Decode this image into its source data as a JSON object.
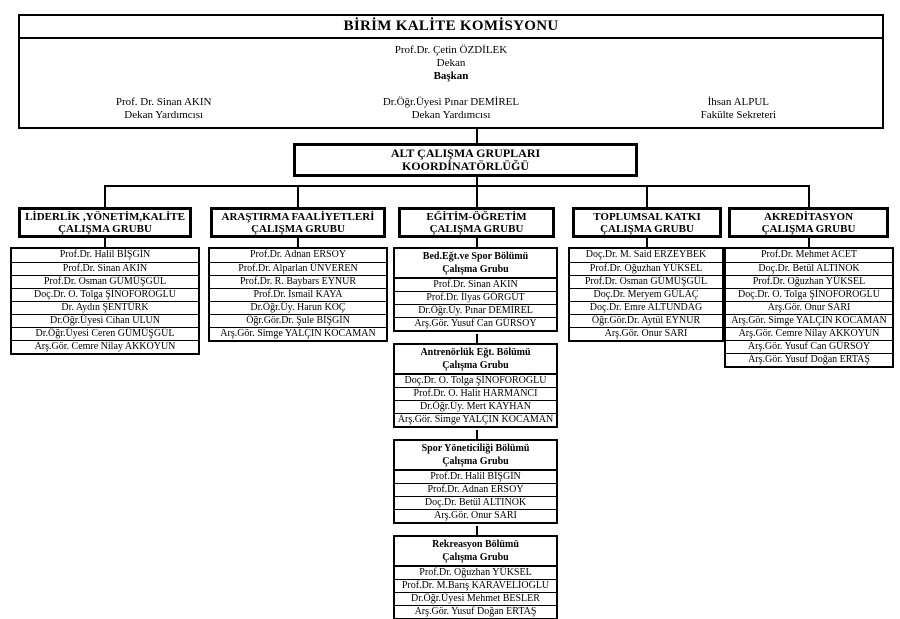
{
  "colors": {
    "line": "#000000",
    "background": "#ffffff"
  },
  "commission": {
    "title": "BİRİM KALİTE KOMİSYONU",
    "chair": {
      "name": "Prof.Dr. Çetin ÖZDİLEK",
      "role1": "Dekan",
      "role2": "Başkan"
    },
    "staff": [
      {
        "name": "Prof. Dr. Sinan AKIN",
        "role": "Dekan Yardımcısı"
      },
      {
        "name": "Dr.Öğr.Üyesi Pınar DEMİREL",
        "role": "Dekan Yardımcısı"
      },
      {
        "name": "İhsan ALPUL",
        "role": "Fakülte Sekreteri"
      }
    ]
  },
  "coordinator": {
    "line1": "ALT ÇALIŞMA GRUPLARI",
    "line2": "KOORDİNATÖRLÜĞÜ"
  },
  "groups": [
    {
      "title_line1": "LİDERLİK ,YÖNETİM,KALİTE",
      "title_line2": "ÇALIŞMA GRUBU",
      "members": [
        "Prof.Dr. Halil BİŞGİN",
        "Prof.Dr. Sinan AKIN",
        "Prof.Dr. Osman GÜMÜŞGÜL",
        "Doç.Dr. O. Tolga ŞİNOFOROĞLU",
        "Dr. Aydın ŞENTÜRK",
        "Dr.Öğr.Üyesi Cihan ULUN",
        "Dr.Öğr.Üyesi Ceren GÜMÜŞGÜL",
        "Arş.Gör. Cemre Nilay AKKOYUN"
      ]
    },
    {
      "title_line1": "ARAŞTIRMA FAALİYETLERİ",
      "title_line2": "ÇALIŞMA GRUBU",
      "members": [
        "Prof.Dr. Adnan ERSOY",
        "Prof.Dr. Alparlan ÜNVEREN",
        "Prof.Dr. R. Baybars EYNUR",
        "Prof.Dr. İsmail KAYA",
        "Dr.Öğr.Üy. Harun KOÇ",
        "Öğr.Gör.Dr. Şule BİŞGİN",
        "Arş.Gör. Simge YALÇIN KOCAMAN"
      ]
    },
    {
      "title_line1": "EĞİTİM-ÖĞRETİM",
      "title_line2": "ÇALIŞMA GRUBU",
      "subgroups": [
        {
          "title_line1": "Bed.Eğt.ve Spor Bölümü",
          "title_line2": "Çalışma Grubu",
          "members": [
            "Prof.Dr. Sinan AKIN",
            "Prof.Dr. İlyas GÖRGÜT",
            "Dr.Öğr.Üy. Pınar DEMİREL",
            "Arş.Gör. Yusuf Can GÜRSOY"
          ]
        },
        {
          "title_line1": "Antrenörlük Eğt. Bölümü",
          "title_line2": "Çalışma Grubu",
          "members": [
            "Doç.Dr. O. Tolga ŞİNOFOROĞLU",
            "Prof.Dr. O. Halit HARMANCI",
            "Dr.Öğr.Üy. Mert KAYHAN",
            "Arş.Gör. Simge YALÇIN KOCAMAN"
          ]
        },
        {
          "title_line1": "Spor Yöneticiliği Bölümü",
          "title_line2": "Çalışma Grubu",
          "members": [
            "Prof.Dr. Halil BİŞGİN",
            "Prof.Dr. Adnan ERSOY",
            "Doç.Dr. Betül ALTINOK",
            "Arş.Gör. Onur SARI"
          ]
        },
        {
          "title_line1": "Rekreasyon Bölümü",
          "title_line2": "Çalışma Grubu",
          "members": [
            "Prof.Dr. Oğuzhan YÜKSEL",
            "Prof.Dr. M.Barış KARAVELİOĞLU",
            "Dr.Öğr.Üyesi Mehmet BESLER",
            "Arş.Gör. Yusuf Doğan ERTAŞ"
          ]
        }
      ]
    },
    {
      "title_line1": "TOPLUMSAL KATKI",
      "title_line2": "ÇALIŞMA GRUBU",
      "members": [
        "Doç.Dr. M. Said ERZEYBEK",
        "Prof.Dr. Oğuzhan YÜKSEL",
        "Prof.Dr. Osman GÜMÜŞGÜL",
        "Doç.Dr. Meryem GÜLAÇ",
        "Doç.Dr. Emre ALTUNDAĞ",
        "Öğr.Gör.Dr. Aytül EYNUR",
        "Arş.Gör. Onur SARI"
      ]
    },
    {
      "title_line1": "AKREDİTASYON",
      "title_line2": "ÇALIŞMA GRUBU",
      "members": [
        "Prof.Dr. Mehmet ACET",
        "Doç.Dr. Betül ALTINOK",
        "Prof.Dr. Oğuzhan YÜKSEL",
        "Doç.Dr. O. Tolga ŞİNOFOROĞLU",
        "Arş.Gör. Onur SARI",
        "Arş.Gör. Simge YALÇIN KOCAMAN",
        "Arş.Gör. Cemre Nilay AKKOYUN",
        "Arş.Gör. Yusuf Can GÜRSOY",
        "Arş.Gör. Yusuf Doğan ERTAŞ"
      ]
    }
  ]
}
